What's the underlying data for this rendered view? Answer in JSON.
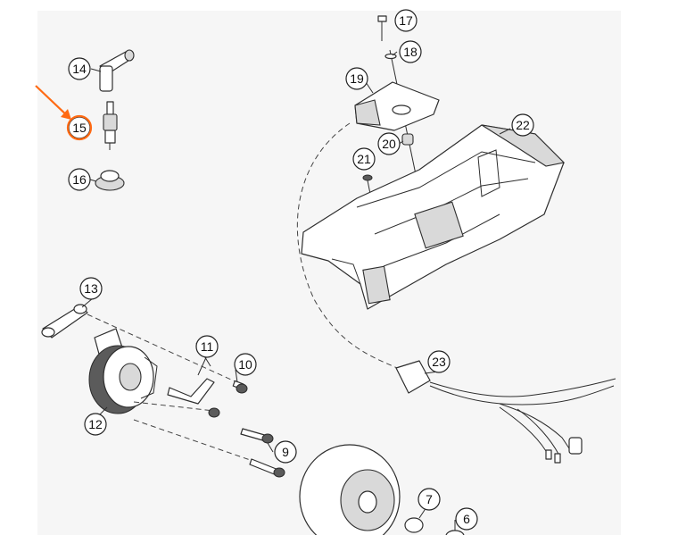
{
  "callouts": [
    {
      "id": "6",
      "label": "6"
    },
    {
      "id": "7",
      "label": "7"
    },
    {
      "id": "9",
      "label": "9"
    },
    {
      "id": "10",
      "label": "10"
    },
    {
      "id": "11",
      "label": "11"
    },
    {
      "id": "12",
      "label": "12"
    },
    {
      "id": "13",
      "label": "13"
    },
    {
      "id": "14",
      "label": "14"
    },
    {
      "id": "15",
      "label": "15"
    },
    {
      "id": "16",
      "label": "16"
    },
    {
      "id": "17",
      "label": "17"
    },
    {
      "id": "18",
      "label": "18"
    },
    {
      "id": "19",
      "label": "19"
    },
    {
      "id": "20",
      "label": "20"
    },
    {
      "id": "21",
      "label": "21"
    },
    {
      "id": "22",
      "label": "22"
    },
    {
      "id": "23",
      "label": "23"
    }
  ],
  "highlight": {
    "callout": "15",
    "color": "#ff6a13"
  }
}
